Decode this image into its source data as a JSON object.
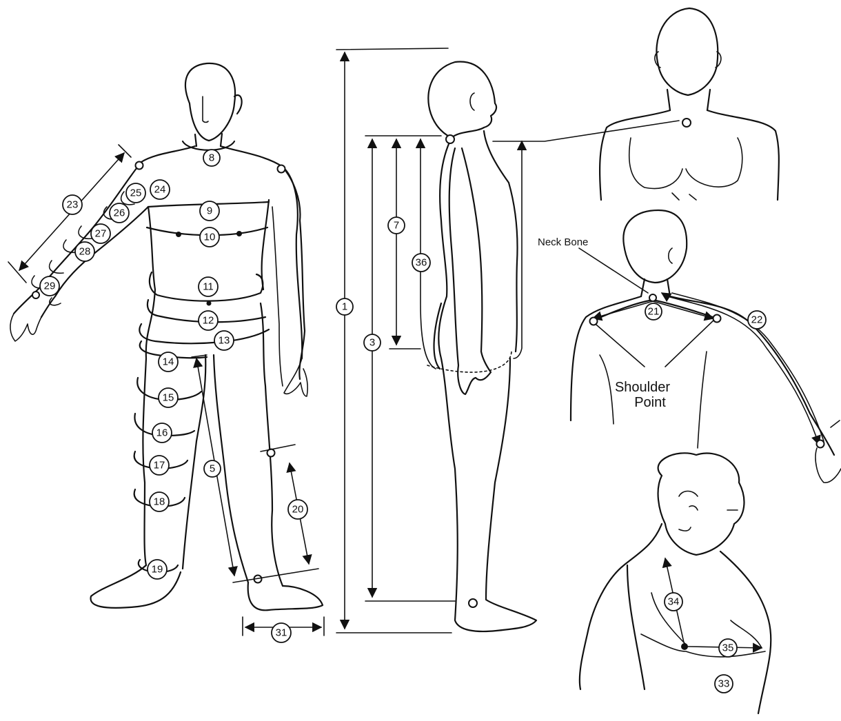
{
  "labels": {
    "neck_bone": "Neck Bone",
    "shoulder_line1": "Shoulder",
    "shoulder_line2": "Point"
  },
  "markers": {
    "m1": "1",
    "m3": "3",
    "m5": "5",
    "m7": "7",
    "m8": "8",
    "m9": "9",
    "m10": "10",
    "m11": "11",
    "m12": "12",
    "m13": "13",
    "m14": "14",
    "m15": "15",
    "m16": "16",
    "m17": "17",
    "m18": "18",
    "m19": "19",
    "m20": "20",
    "m21": "21",
    "m22": "22",
    "m23": "23",
    "m24": "24",
    "m25": "25",
    "m26": "26",
    "m27": "27",
    "m28": "28",
    "m29": "29",
    "m31": "31",
    "m33": "33",
    "m34": "34",
    "m35": "35",
    "m36": "36"
  }
}
